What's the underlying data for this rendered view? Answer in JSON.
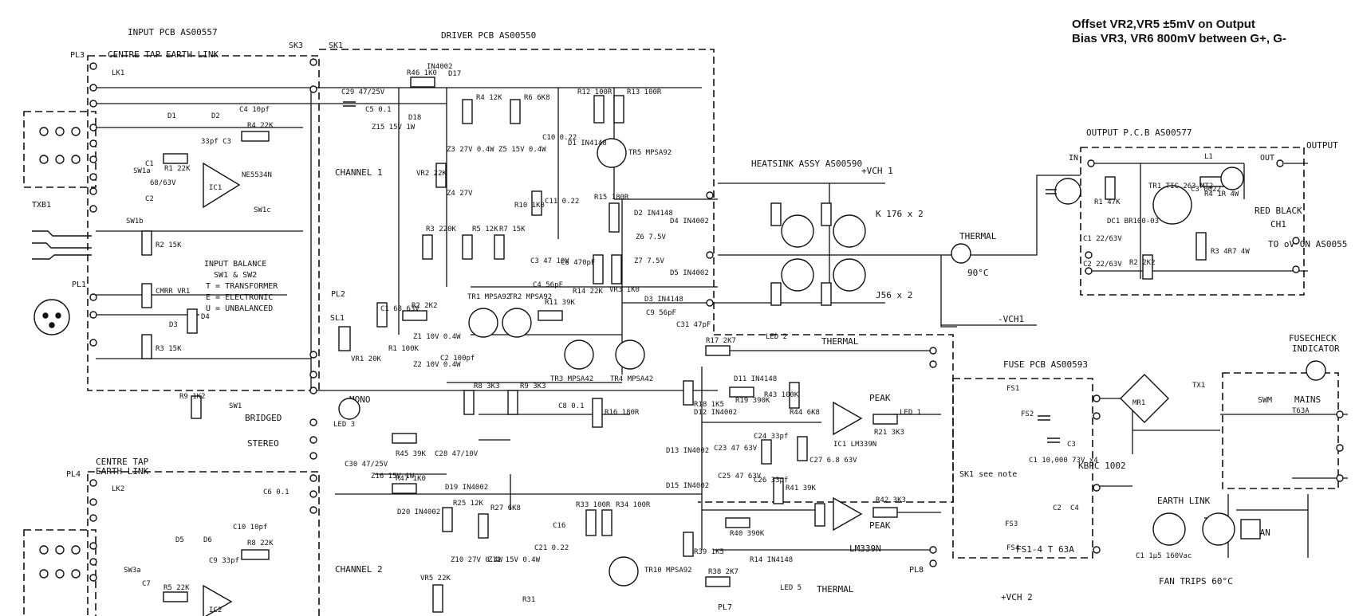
{
  "notes": {
    "offset": "Offset VR2,VR5 ±5mV on Output",
    "bias": "Bias VR3, VR6 800mV between G+, G-"
  },
  "boards": {
    "input_pcb": "INPUT PCB  AS00557",
    "driver_pcb": "DRIVER PCB  AS00550",
    "heatsink": "HEATSINK ASSY AS00590",
    "output_pcb": "OUTPUT P.C.B  AS00577",
    "fuse_pcb": "FUSE PCB AS00593"
  },
  "sections": {
    "centre_tap_1": "CENTRE TAP EARTH LINK",
    "centre_tap_2a": "CENTRE TAP",
    "centre_tap_2b": "EARTH LINK",
    "channel1": "CHANNEL  1",
    "channel2": "CHANNEL  2",
    "input_balance": [
      "INPUT BALANCE",
      "SW1 & SW2",
      "T = TRANSFORMER",
      "E = ELECTRONIC",
      "U = UNBALANCED"
    ],
    "output": "OUTPUT",
    "red_black": "RED  BLACK",
    "ch1": "CH1",
    "to_ov": "TO  oV  ON  AS0055",
    "thermal": "THERMAL",
    "thermal_temp": "90°C",
    "k176": "K 176 x 2",
    "j56": "J56 x 2",
    "vch1_pos": "+VCH 1",
    "vch1_neg": "-VCH1",
    "vch2_pos": "+VCH 2",
    "fuse_check": "FUSECHECK",
    "indicator": "INDICATOR",
    "mains": "MAINS",
    "earth_link": "EARTH  LINK",
    "fan": "FAN",
    "fan_trips": "FAN TRIPS 60°C",
    "fs_rating": "FS1-4  T 63A",
    "kbpc": "KBPC 1002",
    "lm339": "LM339N",
    "bridged": "BRIDGED",
    "stereo": "STEREO",
    "mono": "MONO",
    "peak1": "PEAK",
    "peak2": "PEAK",
    "thermal_led2": "THERMAL",
    "thermal_led5": "THERMAL"
  },
  "connectors": [
    "PL3",
    "SK3",
    "SK1",
    "PL1",
    "PL2",
    "PL4",
    "PL8",
    "PL7",
    "TXB1",
    "SL1",
    "IN",
    "OUT",
    "SWM",
    "SK1 see note"
  ],
  "components": [
    "LK1",
    "D1",
    "D2",
    "C4 10pf",
    "R4 22K",
    "33pf C3",
    "IC1",
    "NE5534N",
    "SW1a",
    "C1",
    "R1 22K",
    "68/63V",
    "C2",
    "SW1b",
    "SW1c",
    "R2 15K",
    "R3 15K",
    "CMRR VR1",
    "D3",
    "D4",
    "IN4002",
    "C29 47/25V",
    "C5 0.1",
    "Z15 15V 1W",
    "R46 1K0",
    "D17",
    "D18",
    "R4 12K",
    "R6 6K8",
    "Z3 27V 0.4W",
    "Z5 15V 0.4W",
    "Z4 27V",
    "C10 0.22",
    "C11 0.22",
    "R12 100R",
    "R13 100R",
    "D1 IN4148",
    "TR5 MPSA92",
    "VR2 22K",
    "R3 220K",
    "R5 12K",
    "R7 15K",
    "C3 47 10V",
    "R10 1K0",
    "R15 180R",
    "C6 470pF",
    "R14 22K",
    "VR3 1K0",
    "D2 IN4148",
    "Z6 7.5V",
    "Z7 7.5V",
    "D3 IN4148",
    "D4 IN4002",
    "D5 IN4002",
    "TR1 MPSA92",
    "TR2 MPSA92",
    "C4 56pF",
    "R11 39K",
    "C9 56pF",
    "TR3 MPSA42",
    "TR4 MPSA42",
    "C8 0.1",
    "R16 180R",
    "R8 3K3",
    "R9 3K3",
    "VR1 20K",
    "C1 68 63V",
    "R2 2K2",
    "Z1 10V 0.4W",
    "Z2 10V 0.4W",
    "C2 100pf",
    "R1 100K",
    "C31 47pF",
    "R17 2K7",
    "D11 IN4148",
    "LED 2",
    "R18 1K5",
    "R43 100K",
    "IC1 LM339N",
    "R21 3K3",
    "LED 1",
    "D12 IN4002",
    "R19 390K",
    "C24 33pf",
    "R44 6K8",
    "C27 6.8 63V",
    "C23 47 63V",
    "D13 IN4002",
    "D15 IN4002",
    "C25 47 63V",
    "C26 33pf",
    "R41 39K",
    "R42 3K3",
    "R40 390K",
    "R39 1K5",
    "R38 2K7",
    "R14 IN4148",
    "LED 5",
    "R9 1K2",
    "SW1",
    "LED 3",
    "C28 47/10V",
    "R45 39K",
    "C30 47/25V",
    "Z16 15V 1W",
    "R47 1K0",
    "D19 IN4002",
    "C6 0.1",
    "LK2",
    "D5",
    "D6",
    "C10 10pf",
    "R8 22K",
    "C9 33pf",
    "IC2",
    "SW3a",
    "C7",
    "R5 22K",
    "D20 IN4002",
    "R25 12K",
    "R27 6K8",
    "C16",
    "R33 100R",
    "R34 100R",
    "C21 0.22",
    "Z10 27V 0.4W",
    "Z12 15V 0.4W",
    "TR10 MPSA92",
    "VR5 22K",
    "R31",
    "R1 47K",
    "DC1 BR100-03",
    "TR1 TIC 263 MT2",
    "C3 0022",
    "L1",
    "R4 1R 4W",
    "C1 22/63V",
    "C2 22/63V",
    "R2 2K2",
    "R3 4R7 4W",
    "FS1",
    "FS2",
    "FS3",
    "FS4",
    "C1 10,000 73V x4",
    "C3",
    "C2",
    "C4",
    "MR1",
    "TX1",
    "C1 1µ5 160Vac",
    "T63A"
  ]
}
